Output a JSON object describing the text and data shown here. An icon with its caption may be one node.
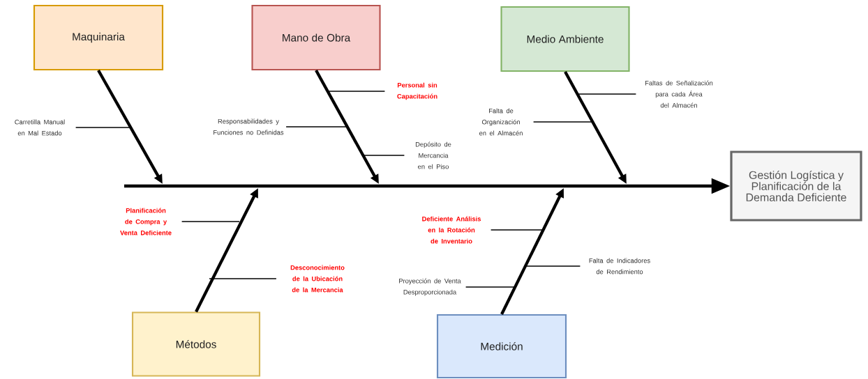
{
  "diagram": {
    "nodes": [
      {
        "text": [
          "Maquinaria"
        ]
      },
      {
        "text": [
          "Mano de Obra"
        ]
      },
      {
        "text": [
          "Medio Ambiente"
        ]
      },
      {
        "text": [
          "Gestión Logística y Planificación de la Demanda Deficiente"
        ]
      },
      {
        "text": [
          "Métodos"
        ]
      },
      {
        "text": [
          "Medición"
        ]
      },
      {
        "text": [
          "Carretilla Manual en Mal Estado"
        ]
      },
      {
        "text": [
          "Personal sin Capacitación"
        ]
      },
      {
        "text": [
          "Responsabilidades y Funciones no Definidas"
        ]
      },
      {
        "text": [
          "Depósito de Mercancia en el Piso"
        ]
      },
      {
        "text": [
          "Falta de Organización en el Almacén"
        ]
      },
      {
        "text": [
          "Faltas de Señalización para cada Área del Almacén"
        ]
      },
      {
        "text": [
          "Planificación de Compra y Venta Deficiente"
        ]
      },
      {
        "text": [
          "Desconocimiento de la Ubicación de la Mercancia"
        ]
      },
      {
        "text": [
          "Deficiente Análisis en la Rotación de Inventario"
        ]
      },
      {
        "text": [
          "Falta de Indicadores de Rendimiento"
        ]
      },
      {
        "text": [
          "Proyección de Venta Desproporcionada"
        ]
      }
    ],
    "edges": [
      {
        "from": null,
        "to": 3,
        "arrow": "to",
        "style": "thick"
      },
      {
        "from": 0,
        "to": null,
        "arrow": "to",
        "style": "thick"
      },
      {
        "from": 1,
        "to": null,
        "arrow": "to",
        "style": "thick"
      },
      {
        "from": 2,
        "to": null,
        "arrow": "to",
        "style": "thick"
      },
      {
        "from": 4,
        "to": null,
        "arrow": "to",
        "style": "thick"
      },
      {
        "from": 5,
        "to": null,
        "arrow": "to",
        "style": "thick"
      },
      {
        "from": 6,
        "to": null,
        "arrow": "none"
      },
      {
        "from": 7,
        "to": null,
        "arrow": "none"
      },
      {
        "from": 8,
        "to": null,
        "arrow": "none"
      },
      {
        "from": 9,
        "to": null,
        "arrow": "none"
      },
      {
        "from": 10,
        "to": null,
        "arrow": "none"
      },
      {
        "from": 11,
        "to": null,
        "arrow": "none"
      },
      {
        "from": 12,
        "to": null,
        "arrow": "none"
      },
      {
        "from": 13,
        "to": null,
        "arrow": "none"
      },
      {
        "from": 14,
        "to": null,
        "arrow": "none"
      },
      {
        "from": 15,
        "to": null,
        "arrow": "none"
      },
      {
        "from": 16,
        "to": null,
        "arrow": "none"
      }
    ]
  }
}
